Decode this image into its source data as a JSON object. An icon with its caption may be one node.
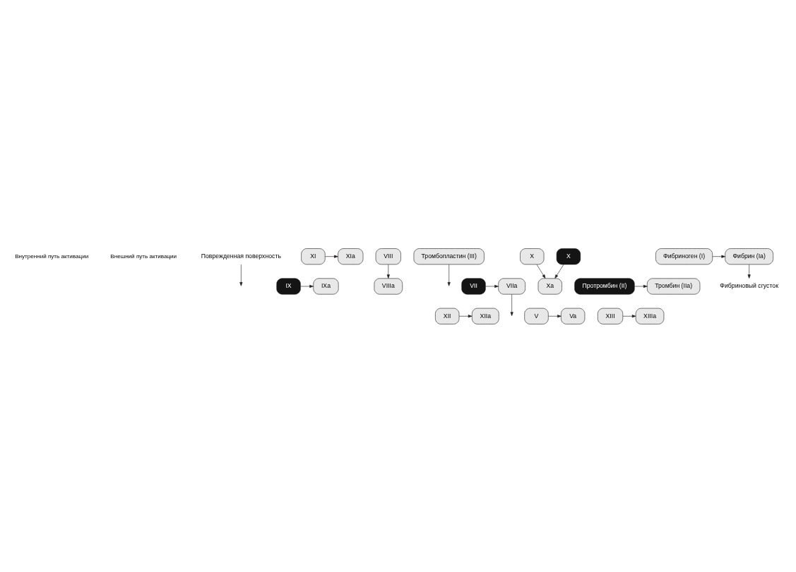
{
  "diagram": {
    "nodes": [
      {
        "text": [
          "Поврежденная поверхность"
        ]
      },
      {
        "text": [
          "XII"
        ]
      },
      {
        "text": [
          "XIIa"
        ]
      },
      {
        "text": [
          "XI"
        ]
      },
      {
        "text": [
          "XIa"
        ]
      },
      {
        "text": [
          "IX"
        ]
      },
      {
        "text": [
          "IXa"
        ]
      },
      {
        "text": [
          "VIII"
        ]
      },
      {
        "text": [
          "VIIIa"
        ]
      },
      {
        "text": [
          "Тромбопластин (III)"
        ]
      },
      {
        "text": [
          "VIIa"
        ]
      },
      {
        "text": [
          "VII"
        ]
      },
      {
        "text": [
          "X"
        ]
      },
      {
        "text": [
          "X"
        ]
      },
      {
        "text": [
          "Xa"
        ]
      },
      {
        "text": [
          "Va"
        ]
      },
      {
        "text": [
          "Протромбин (II)"
        ]
      },
      {
        "text": [
          "Тромбин (IIa)"
        ]
      },
      {
        "text": [
          "V"
        ]
      },
      {
        "text": [
          "Фибриноген (I)"
        ]
      },
      {
        "text": [
          "Фибрин (Ia)"
        ]
      },
      {
        "text": [
          "XIIIa"
        ]
      },
      {
        "text": [
          "XIII"
        ]
      },
      {
        "text": [
          "Фибриновый сгусток"
        ]
      }
    ],
    "edges": [
      {
        "from": 0,
        "to": null,
        "arrow": "to"
      },
      {
        "from": 1,
        "to": 2,
        "arrow": "to"
      },
      {
        "from": 3,
        "to": 4,
        "arrow": "to"
      },
      {
        "from": 5,
        "to": 6,
        "arrow": "to"
      },
      {
        "from": 7,
        "to": 8,
        "arrow": "to"
      },
      {
        "from": 9,
        "to": null,
        "arrow": "to"
      },
      {
        "from": 11,
        "to": 10,
        "arrow": "to"
      },
      {
        "from": 10,
        "to": null,
        "arrow": "to"
      },
      {
        "from": 12,
        "to": 14,
        "arrow": "to"
      },
      {
        "from": 13,
        "to": 14,
        "arrow": "to"
      },
      {
        "from": 18,
        "to": 15,
        "arrow": "to"
      },
      {
        "from": 16,
        "to": 17,
        "arrow": "to"
      },
      {
        "from": 19,
        "to": 20,
        "arrow": "to"
      },
      {
        "from": 20,
        "to": 23,
        "arrow": "to"
      },
      {
        "from": 22,
        "to": 21,
        "arrow": "to"
      }
    ],
    "labels": [
      "Внутренний путь активации",
      "Внешний путь активации"
    ]
  }
}
